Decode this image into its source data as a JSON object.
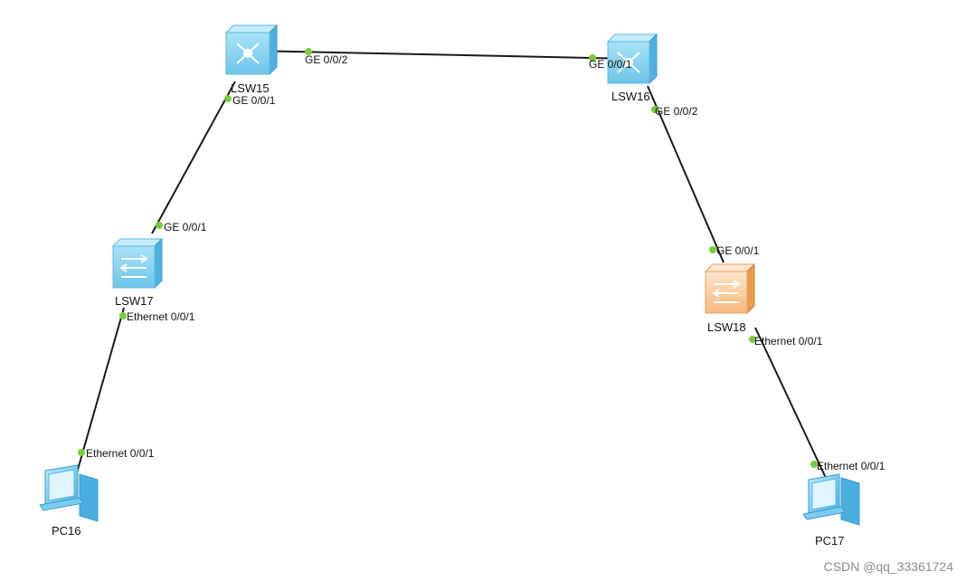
{
  "devices": {
    "lsw15": {
      "name": "LSW15",
      "type": "core-switch"
    },
    "lsw16": {
      "name": "LSW16",
      "type": "core-switch"
    },
    "lsw17": {
      "name": "LSW17",
      "type": "access-switch"
    },
    "lsw18": {
      "name": "LSW18",
      "type": "access-switch-orange"
    },
    "pc16": {
      "name": "PC16",
      "type": "pc"
    },
    "pc17": {
      "name": "PC17",
      "type": "pc"
    }
  },
  "links": [
    {
      "from": "LSW15",
      "from_port": "GE 0/0/2",
      "to": "LSW16",
      "to_port": "GE 0/0/1"
    },
    {
      "from": "LSW15",
      "from_port": "GE 0/0/1",
      "to": "LSW17",
      "to_port": "GE 0/0/1"
    },
    {
      "from": "LSW17",
      "from_port": "Ethernet 0/0/1",
      "to": "PC16",
      "to_port": "Ethernet 0/0/1"
    },
    {
      "from": "LSW16",
      "from_port": "GE 0/0/2",
      "to": "LSW18",
      "to_port": "GE 0/0/1"
    },
    {
      "from": "LSW18",
      "from_port": "Ethernet 0/0/1",
      "to": "PC17",
      "to_port": "Ethernet 0/0/1"
    }
  ],
  "port_labels": {
    "lsw15_ge002": "GE 0/0/2",
    "lsw15_ge001": "GE 0/0/1",
    "lsw16_ge001": "GE 0/0/1",
    "lsw16_ge002": "GE 0/0/2",
    "lsw17_ge001": "GE 0/0/1",
    "lsw17_eth001": "Ethernet 0/0/1",
    "pc16_eth001": "Ethernet 0/0/1",
    "lsw18_ge001": "GE 0/0/1",
    "lsw18_eth001": "Ethernet 0/0/1",
    "pc17_eth001": "Ethernet 0/0/1"
  },
  "colors": {
    "link": "#1a1a1a",
    "port_dot": "#7ccb3a",
    "switch_blue_front": "#8fd3f0",
    "switch_blue_top": "#c6ecfb",
    "switch_blue_side": "#4fb2dc",
    "switch_orange_front": "#fbd3ad",
    "switch_orange_top": "#fde6cf",
    "switch_orange_side": "#e99a4e",
    "pc_blue": "#5ab8e6"
  },
  "watermark": "CSDN @qq_33361724"
}
